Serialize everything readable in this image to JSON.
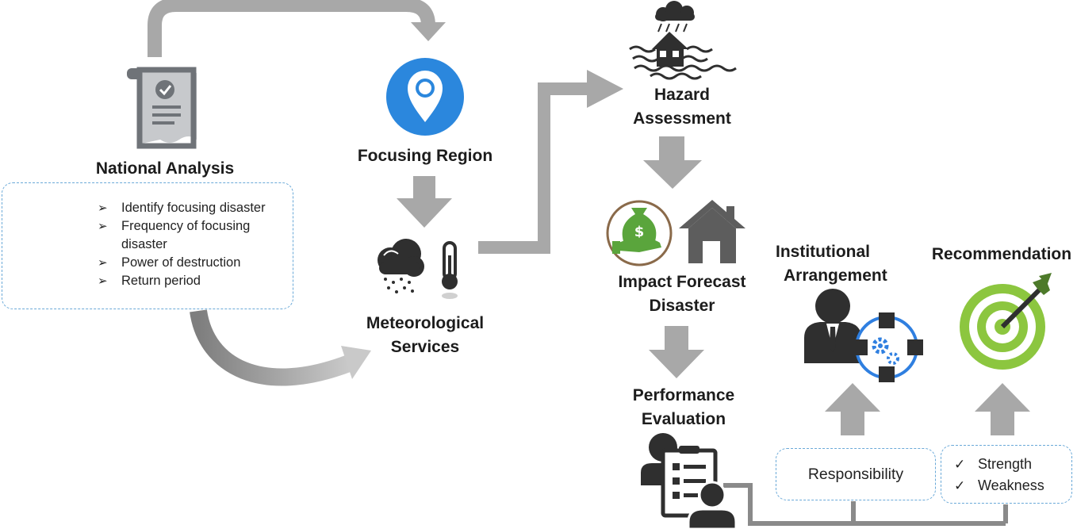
{
  "stages": {
    "national_analysis": "National Analysis",
    "focusing_region": "Focusing Region",
    "meteorological_services": [
      "Meteorological",
      "Services"
    ],
    "hazard_assessment": [
      "Hazard",
      "Assessment"
    ],
    "impact_forecast": [
      "Impact Forecast",
      "Disaster"
    ],
    "performance_evaluation": [
      "Performance",
      "Evaluation"
    ],
    "institutional_arrangement": [
      "Institutional",
      "Arrangement"
    ],
    "recommendation": "Recommendation"
  },
  "national_analysis_points": [
    "Identify focusing disaster",
    "Frequency of focusing disaster",
    "Power of destruction",
    "Return period"
  ],
  "responsibility_box": "Responsibility",
  "evaluation_checks": [
    "Strength",
    "Weakness"
  ],
  "colors": {
    "arrow": "#a8a8a8",
    "icon_dark": "#2f2f2f",
    "icon_gray": "#5d5d5d",
    "pin_blue": "#2b87dd",
    "gear_blue": "#2f7fe0",
    "target_green": "#8cc63f",
    "money_green": "#5aa53c",
    "box_border": "#6aa9d8"
  },
  "icons": [
    "document-certificate-icon",
    "location-pin-icon",
    "storm-cloud-icon",
    "thermometer-icon",
    "flooded-house-icon",
    "money-bag-hand-icon",
    "house-icon",
    "manager-gears-icon",
    "target-arrow-icon",
    "checklist-users-icon",
    "volcano-disaster-icon"
  ]
}
